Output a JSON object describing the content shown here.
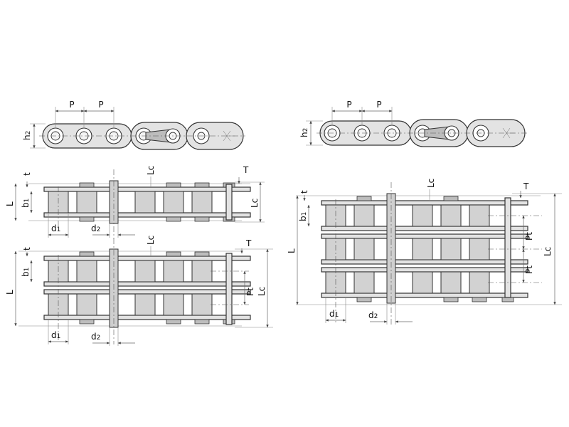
{
  "labels": {
    "pitch": "P",
    "plate_height": "h",
    "plate_height_sub": "2",
    "thickness_inner": "t",
    "thickness_outer": "T",
    "overall_length": "L",
    "connecting_length": "Lc",
    "inner_width": "b",
    "inner_width_sub": "1",
    "roller_diameter": "d",
    "roller_diameter_sub": "1",
    "pin_diameter": "d",
    "pin_diameter_sub": "2",
    "transverse_pitch": "Pt"
  }
}
